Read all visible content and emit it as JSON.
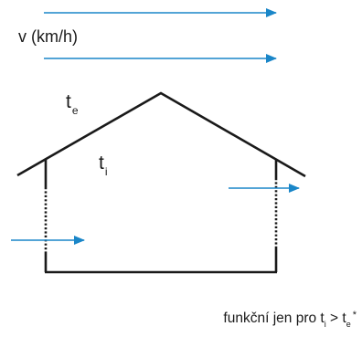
{
  "labels": {
    "speed": "v (km/h)",
    "outside_temp_symbol": "t",
    "outside_temp_sub": "e",
    "inside_temp_symbol": "t",
    "inside_temp_sub": "i"
  },
  "note": {
    "prefix": "funkční jen pro ",
    "left_symbol": "t",
    "left_sub": "i",
    "operator": " > ",
    "right_symbol": "t",
    "right_sub": "e",
    "mark": "*"
  },
  "colors": {
    "arrow": "#1a86c8",
    "line": "#1a1a1a",
    "text": "#1a1a1a"
  }
}
